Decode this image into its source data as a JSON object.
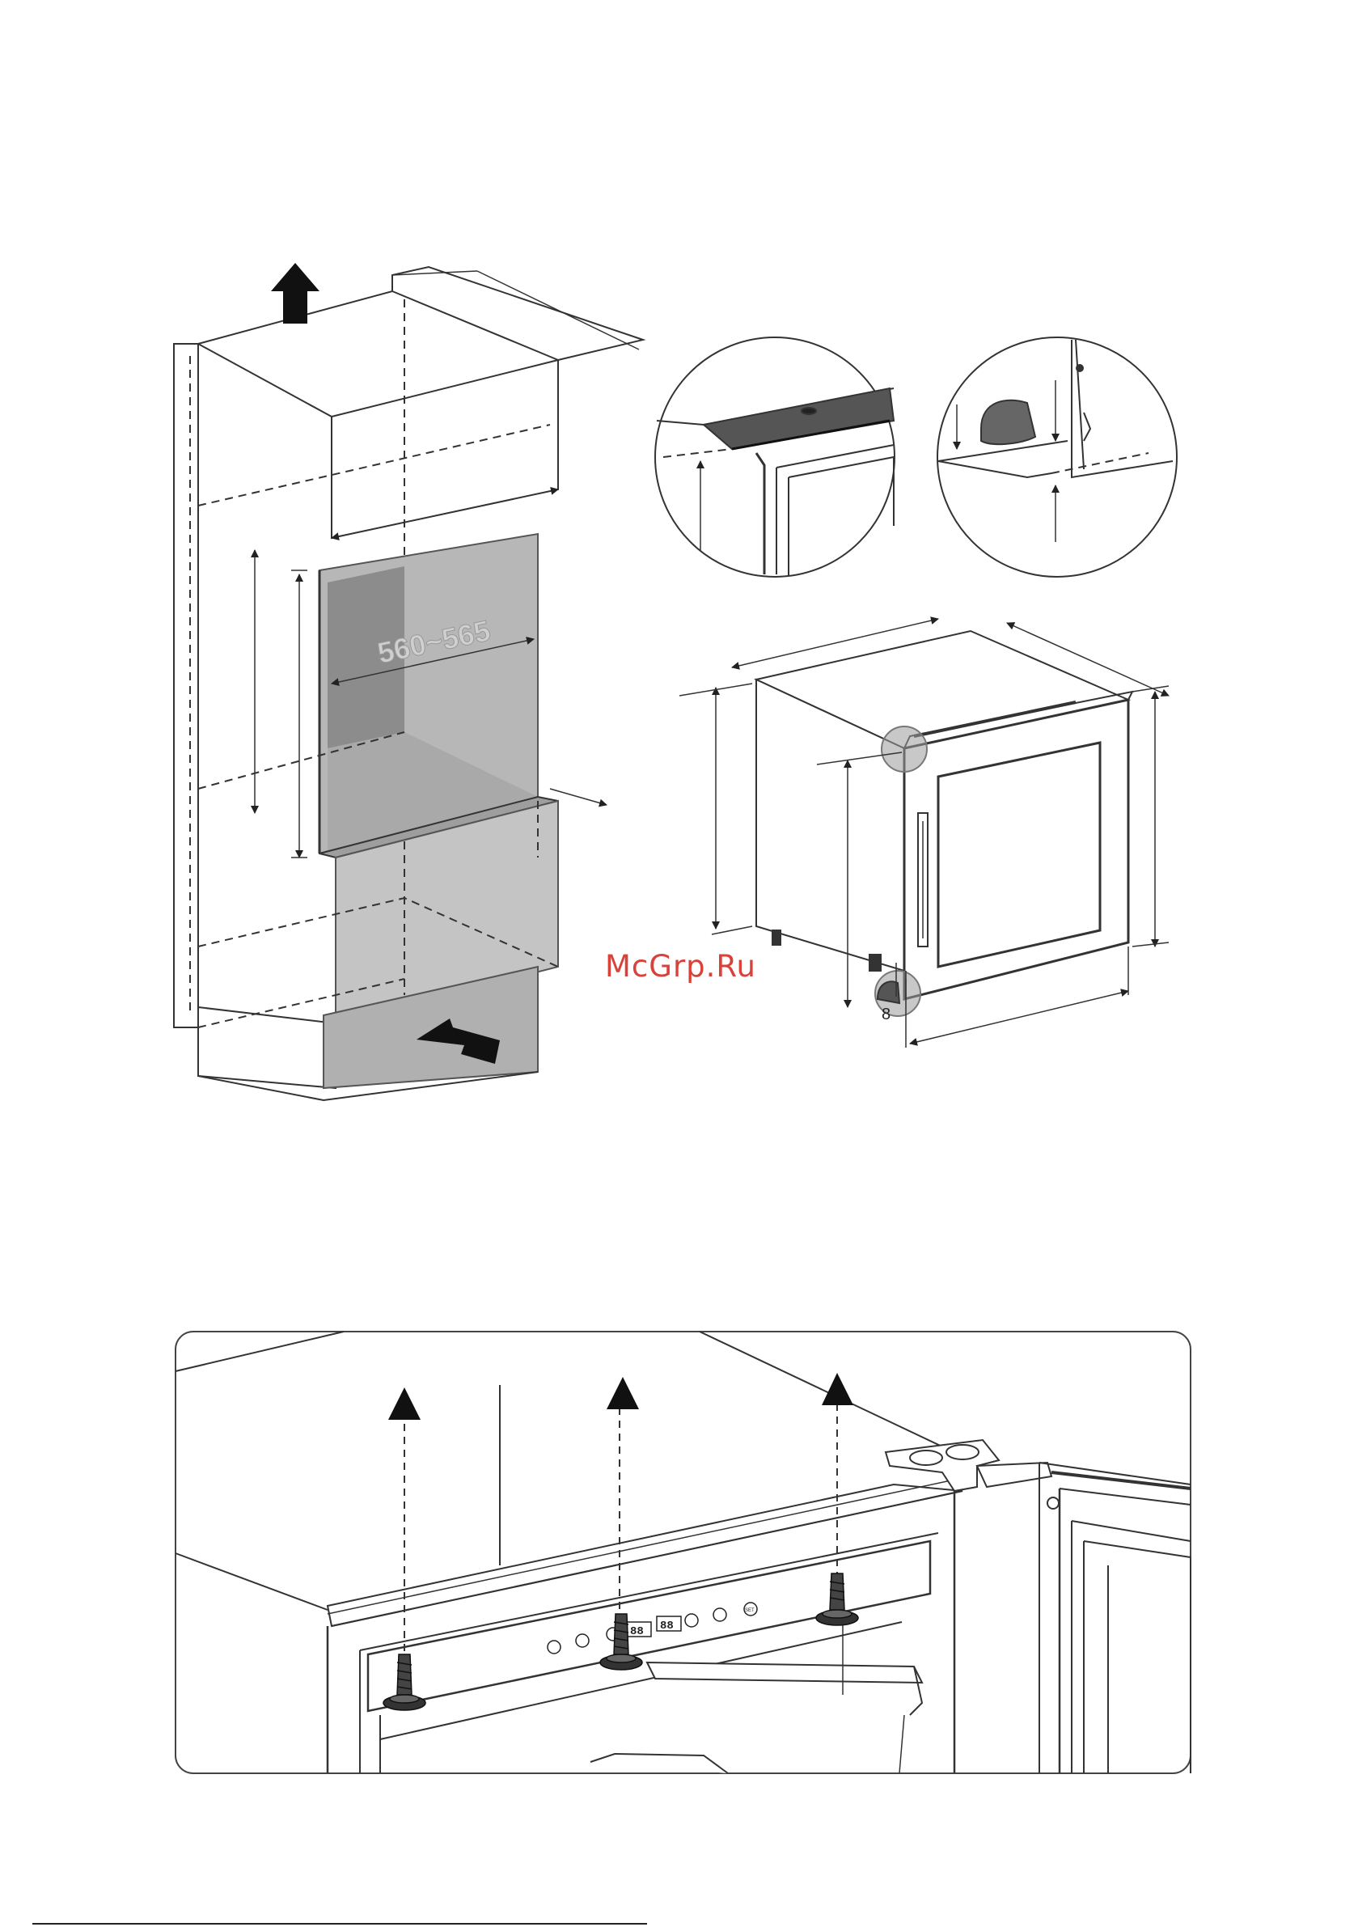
{
  "figure_top": {
    "niche_width_label": "560~565",
    "gap_label": "8"
  },
  "watermark": {
    "text": "McGrp.Ru"
  },
  "figure_bottom": {
    "display_digits_left": "88",
    "display_digits_right": "88",
    "set_button_label": "SET"
  },
  "colors": {
    "line": "#222222",
    "cavity_grey": "#b7b7b7",
    "cavity_dark": "#8c8c8c",
    "watermark": "#d9413b"
  }
}
